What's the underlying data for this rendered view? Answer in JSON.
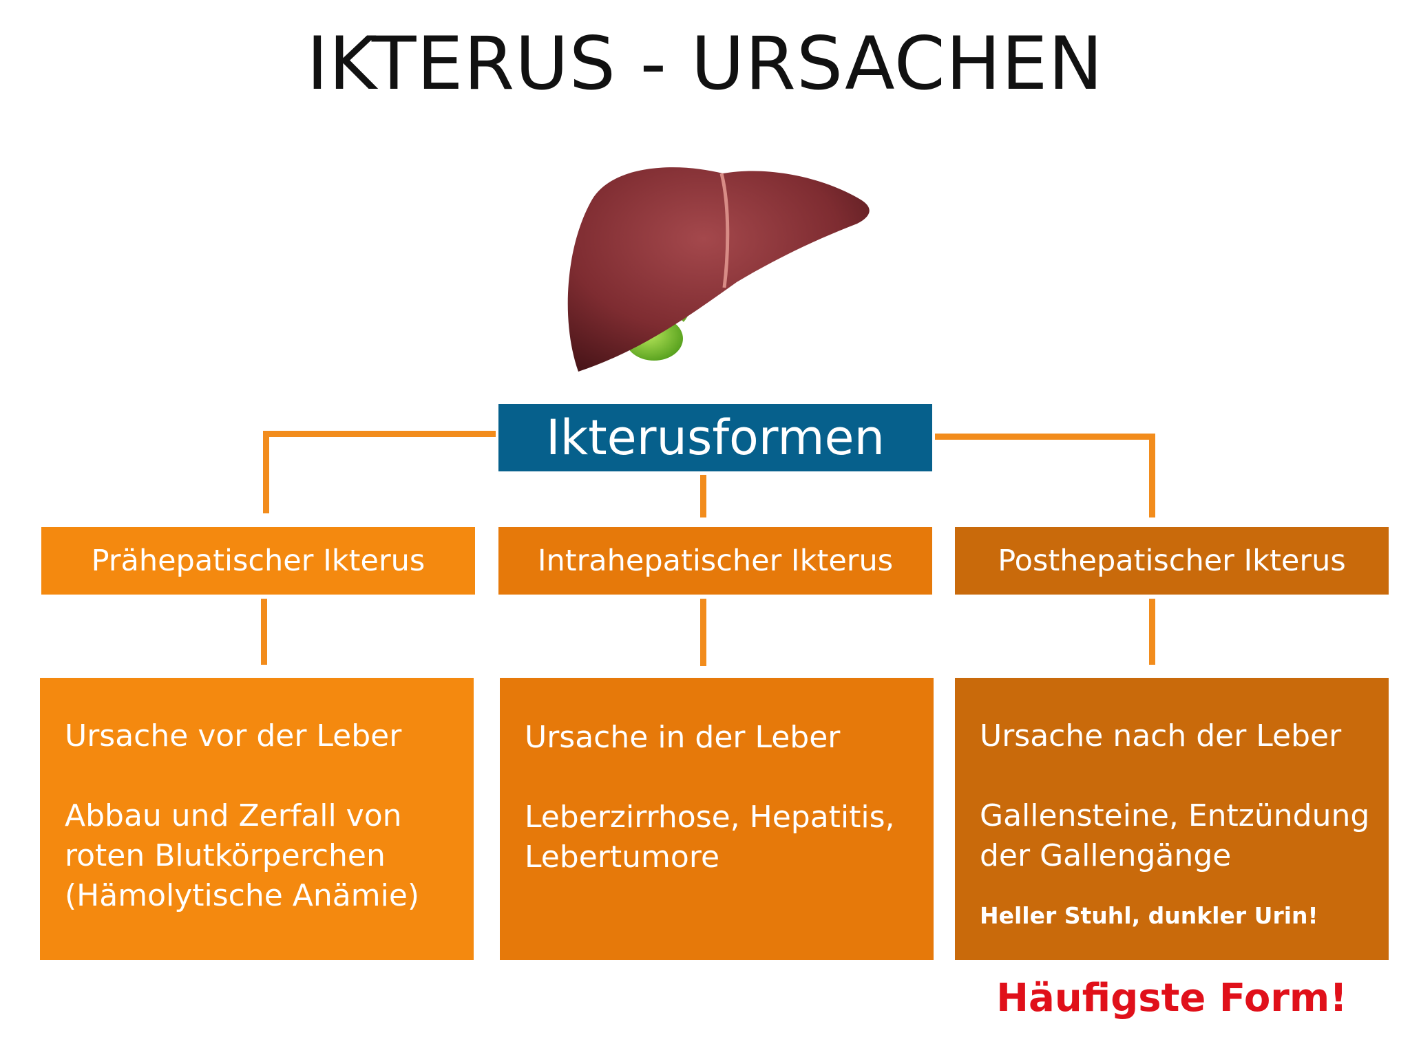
{
  "title": "IKTERUS - URSACHEN",
  "illustration": {
    "icon": "liver-icon"
  },
  "root": {
    "label": "Ikterusformen",
    "color": "#06608c"
  },
  "colors": {
    "connector": "#f28c1c",
    "pre": "#f4890f",
    "intra": "#e6790a",
    "post": "#c96a0b",
    "highlight": "#e0101a"
  },
  "types": [
    {
      "label": "Prähepatischer Ikterus",
      "cause": "Ursache vor der Leber",
      "examples": "Abbau und Zerfall von roten Blutkörperchen (Hämolytische Anämie)"
    },
    {
      "label": "Intrahepatischer Ikterus",
      "cause": "Ursache in der Leber",
      "examples": "Leberzirrhose, Hepatitis, Lebertumore"
    },
    {
      "label": "Posthepatischer Ikterus",
      "cause": "Ursache nach der Leber",
      "examples": "Gallensteine, Entzündung der Gallengänge",
      "note": "Heller Stuhl, dunkler Urin!"
    }
  ],
  "highlight": "Häufigste Form!"
}
